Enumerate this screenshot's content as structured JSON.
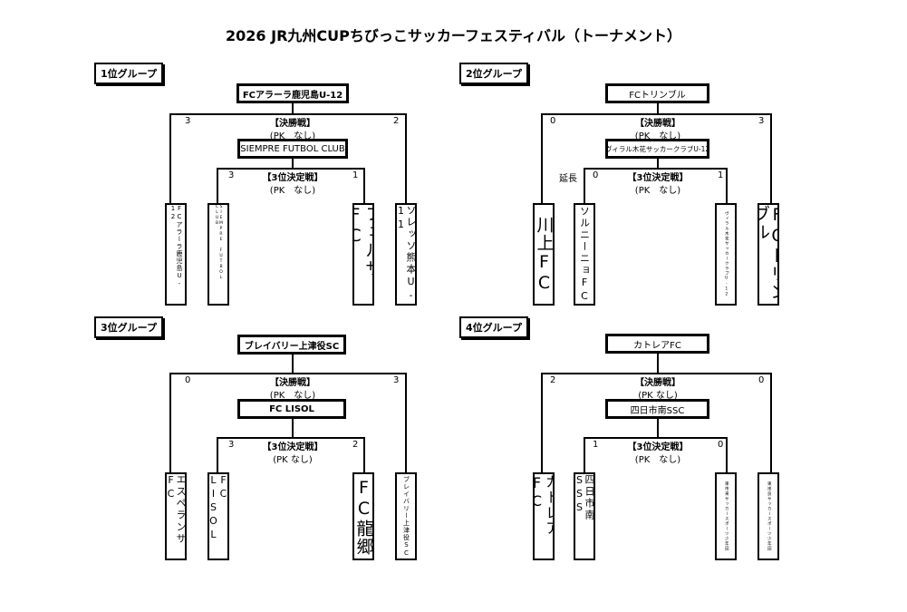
{
  "title": "2026 JR九州CUPちびっこサッカーフェスティバル（トーナメント）",
  "groups": [
    {
      "label": "1位グループ",
      "champion": "FCアラーラ鹿児島U-12",
      "final": {
        "label": "【決勝戦】",
        "pk": "(PK　なし)",
        "score_left": "3",
        "score_right": "2",
        "note": ""
      },
      "runner_up": "SIEMPRE FUTBOL CLUB",
      "third": {
        "label": "【3位決定戦】",
        "pk": "(PK　なし)",
        "score_left": "3",
        "score_right": "1",
        "note": ""
      },
      "teams": [
        "FCアラーラ鹿児島U-12",
        "SIEMPRE FUTBOL CLUB",
        "フェルサFC",
        "ソレッソ熊本U-11"
      ]
    },
    {
      "label": "2位グループ",
      "champion": "FCトリンブル",
      "final": {
        "label": "【決勝戦】",
        "pk": "(PK　なし)",
        "score_left": "0",
        "score_right": "3",
        "note": ""
      },
      "runner_up": "ヴィラル木花サッカークラブU-12",
      "third": {
        "label": "【3位決定戦】",
        "pk": "(PK　なし)",
        "score_left": "0",
        "score_right": "1",
        "note": "延長"
      },
      "teams": [
        "川上FC",
        "ソルニーニョFC",
        "ヴィラル木花サッカークラブU-12",
        "FCトリンブル"
      ]
    },
    {
      "label": "3位グループ",
      "champion": "ブレイバリー上津役SC",
      "final": {
        "label": "【決勝戦】",
        "pk": "(PK　なし)",
        "score_left": "0",
        "score_right": "3",
        "note": ""
      },
      "runner_up": "FC LISOL",
      "third": {
        "label": "【3位決定戦】",
        "pk": "(PK なし)",
        "score_left": "3",
        "score_right": "2",
        "note": ""
      },
      "teams": [
        "エスペランサFC",
        "FC　LISOL",
        "FC龍郷",
        "ブレイバリー上津役SC"
      ]
    },
    {
      "label": "4位グループ",
      "champion": "カトレアFC",
      "final": {
        "label": "【決勝戦】",
        "pk": "(PK なし)",
        "score_left": "2",
        "score_right": "0",
        "note": ""
      },
      "runner_up": "四日市南SSC",
      "third": {
        "label": "【3位決定戦】",
        "pk": "(PK　なし)",
        "score_left": "1",
        "score_right": "0",
        "note": ""
      },
      "teams": [
        "カトレアFC",
        "四日市南SSS",
        "東市来サッカースポーツ少年団",
        "東串良サッカースポーツ少年団"
      ]
    }
  ]
}
